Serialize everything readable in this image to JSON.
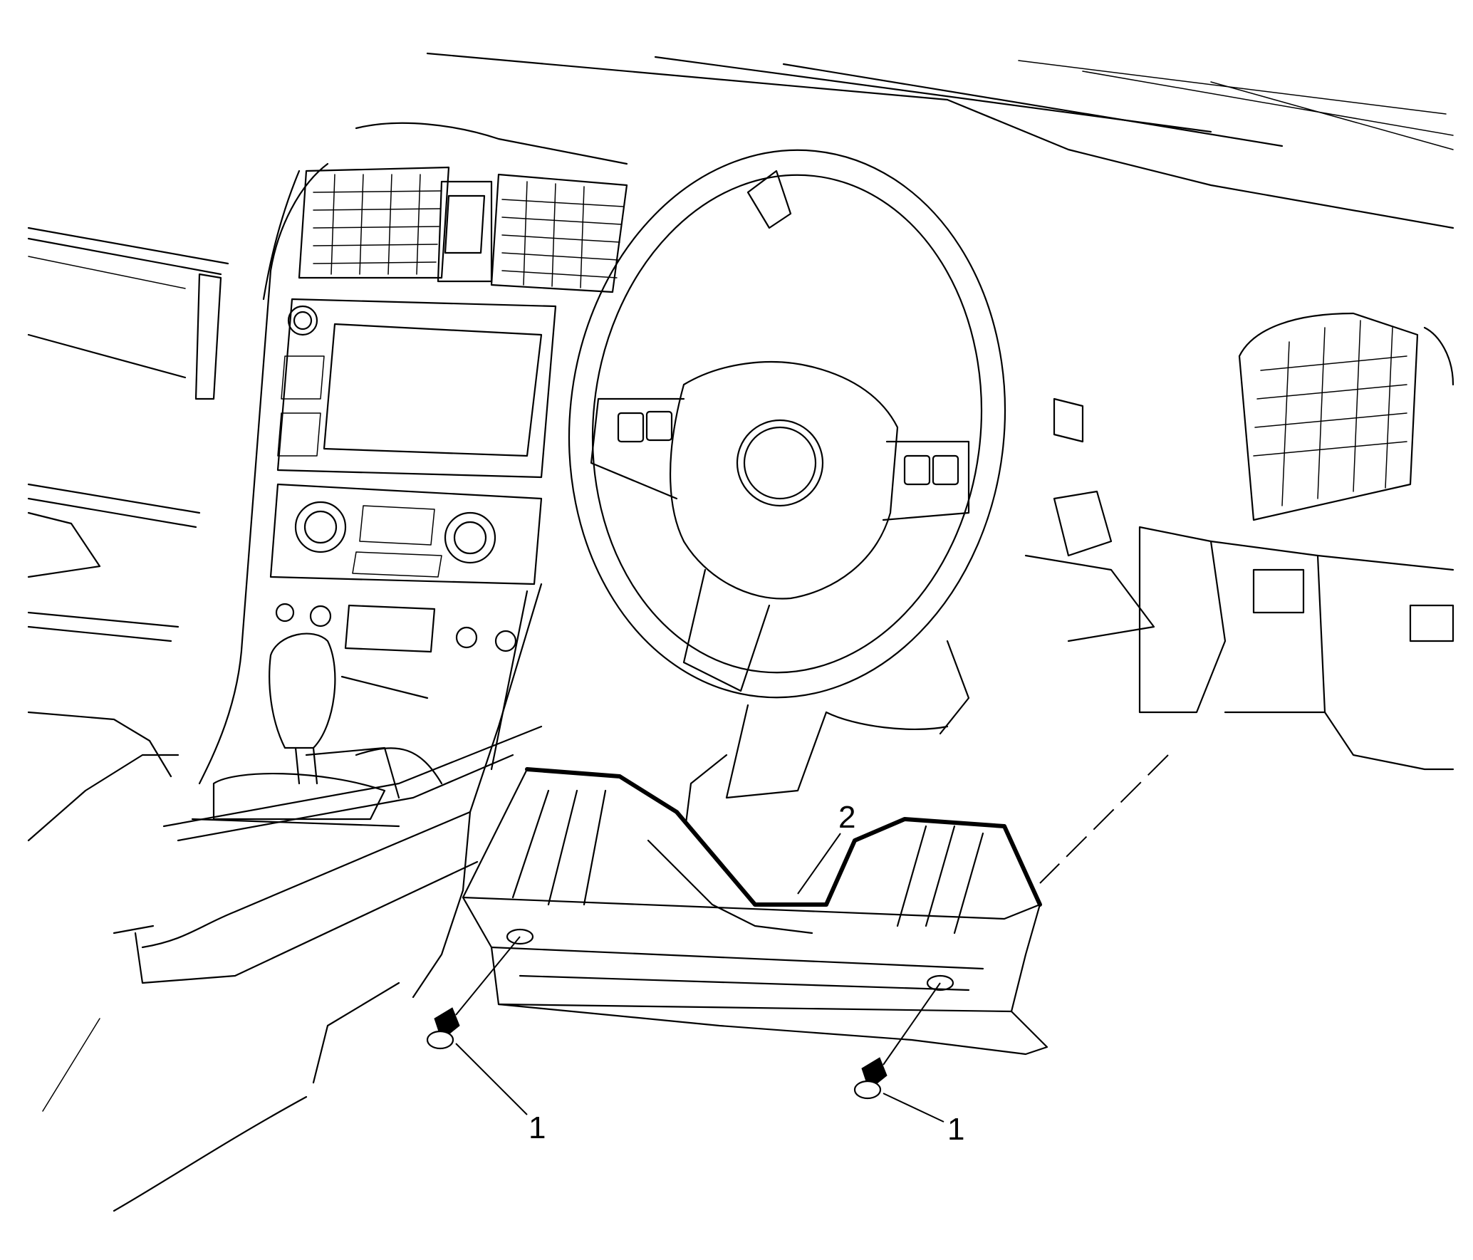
{
  "callouts": {
    "fastener_left": "1",
    "fastener_right": "1",
    "panel": "2"
  }
}
